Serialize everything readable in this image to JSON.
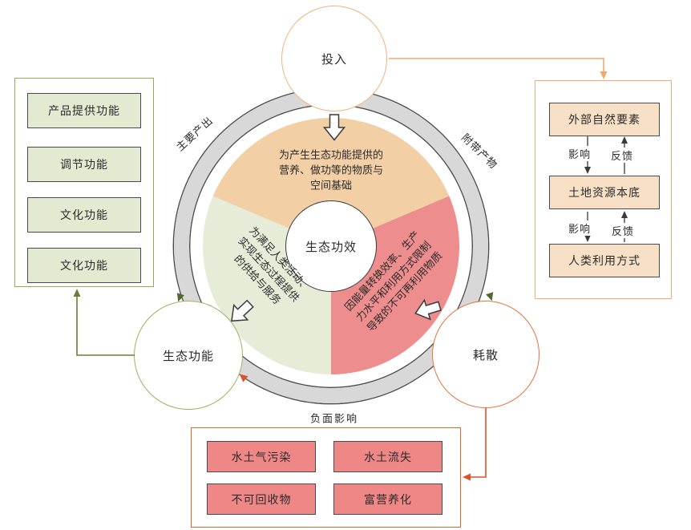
{
  "diagram_title": "",
  "circles": {
    "input": "投入",
    "function": "生态功能",
    "dissipation": "耗散",
    "center": "生态功效"
  },
  "ring_labels": {
    "main_output": "主要产出",
    "byproduct": "附带产物",
    "negative_impact": "负面影响"
  },
  "segments": {
    "material_basis": "为产生生态功能提供的\n营养、做功等的物质与\n空间基础",
    "supply_service": "为满足人类活动、\n实现生态过程提供\n的供给与服务",
    "unusable_material": "因能量转换效率、生产\n力水平和利用方式限制\n导致的不可再利用物质"
  },
  "left_box": {
    "items": [
      "产品提供功能",
      "调节功能",
      "文化功能",
      "文化功能"
    ]
  },
  "right_box": {
    "items": [
      "外部自然要素",
      "土地资源本底",
      "人类利用方式"
    ],
    "relations": [
      {
        "down": "影响",
        "up": "反馈"
      },
      {
        "down": "影响",
        "up": "反馈"
      }
    ]
  },
  "bottom_box": {
    "items": [
      "水土气污染",
      "水土流失",
      "不可回收物",
      "富营养化"
    ]
  },
  "colors": {
    "gray_ring": "#d8d8d8",
    "orange_segment": "#f2cfa5",
    "green_segment": "#e7ecd8",
    "red_segment": "#ee8d8d",
    "left_accent": "#9aa953",
    "right_accent": "#f2ab74",
    "bottom_accent": "#e8622d",
    "input_circle_border": "#f2b183",
    "function_circle_border": "#a2af62",
    "dissipation_circle_border": "#e8703a"
  }
}
